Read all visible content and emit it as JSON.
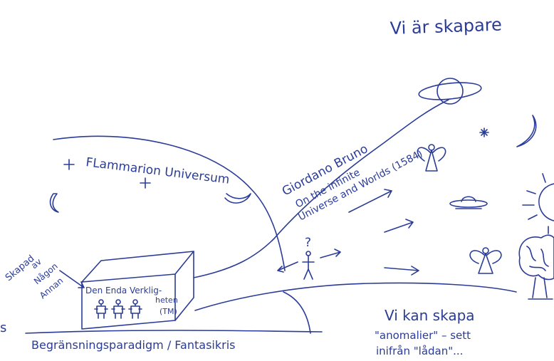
{
  "title": "Vi är skapare",
  "flammarion": "FLammarion Universum",
  "bruno": {
    "name": "Giordano Bruno",
    "work_line1": "On the infinite",
    "work_line2": "Universe and Worlds (1584)"
  },
  "created_by": {
    "line1": "Skapad",
    "line2": "av",
    "line3": "Någon",
    "line4": "Annan"
  },
  "box_label": {
    "line1": "Den Enda Verklig-",
    "line2": "heten",
    "line3": "(TM)"
  },
  "question": "?",
  "bottom_left": "Begränsningsparadigm / Fantasikris",
  "bottom_right": {
    "line1": "Vi kan skapa",
    "line2": "\"anomalier\" – sett",
    "line3": "inifrån \"lådan\"..."
  },
  "edge_letter": "s",
  "ink_color": "#2a3c97"
}
